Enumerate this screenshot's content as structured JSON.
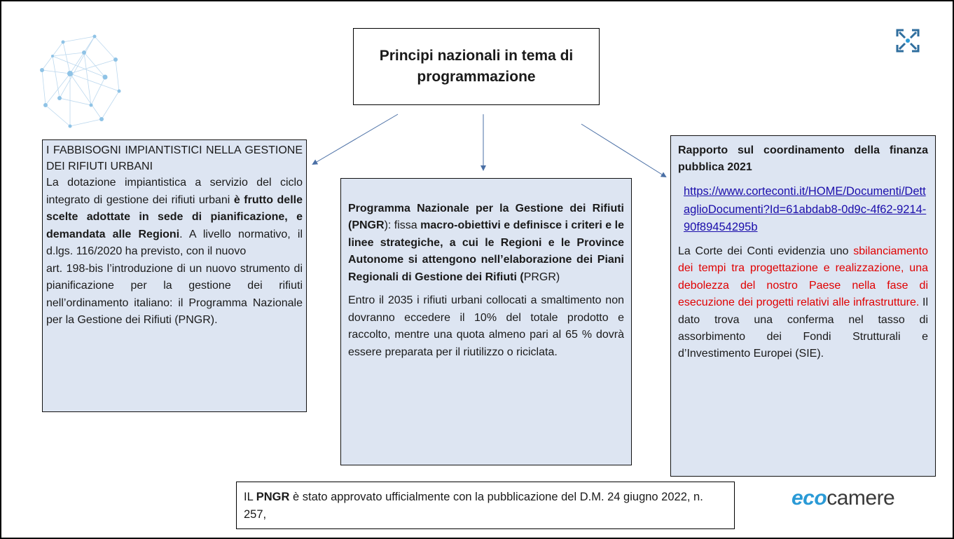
{
  "title": "Principi nazionali in tema di programmazione",
  "left_card": {
    "heading": "I FABBISOGNI IMPIANTISTICI NELLA GESTIONE DEI RIFIUTI URBANI",
    "p1": "La dotazione impiantistica a servizio del ciclo integrato di gestione dei rifiuti urbani ",
    "p1_bold": "è frutto delle scelte adottate in sede di pianificazione, e demandata alle Regioni",
    "p1_tail": ". A livello normativo, il d.lgs. 116/2020 ha previsto, con il nuovo",
    "p2": "art. 198-bis l’introduzione di un nuovo strumento di pianificazione per la gestione dei rifiuti nell’ordinamento italiano: il Programma Nazionale per la Gestione dei Rifiuti (PNGR)."
  },
  "center_card": {
    "bold1": "Programma Nazionale per la Gestione dei Rifiuti (PNGR",
    "t1": "): fissa ",
    "bold2": "macro-obiettivi e definisce i criteri e le linee strategiche, a cui le Regioni e le Province Autonome si attengono nell’elaborazione dei Piani Regionali di Gestione dei Rifiuti (",
    "t2": "PRGR)",
    "p2": "Entro il 2035  i rifiuti urbani collocati a smaltimento non dovranno eccedere il 10% del totale prodotto e raccolto, mentre una quota almeno pari al 65 % dovrà essere preparata per il riutilizzo o riciclata."
  },
  "right_card": {
    "heading": "Rapporto sul coordinamento della finanza pubblica 2021",
    "link": "https://www.corteconti.it/HOME/Documenti/DettaglioDocumenti?Id=61abdab8-0d9c-4f62-9214-90f89454295b",
    "t1": "La Corte dei Conti evidenzia uno ",
    "red": "sbilanciamento dei tempi tra progettazione e realizzazione, una debolezza del nostro Paese nella fase di esecuzione dei progetti relativi alle infrastrutture.",
    "t2": " Il dato trova una conferma nel tasso di assorbimento dei Fondi Strutturali e d’Investimento Europei (SIE)."
  },
  "bottom": {
    "t1": "IL ",
    "bold": "PNGR",
    "t2": " è stato approvato ufficialmente con la pubblicazione del D.M. 24 giugno 2022, n. 257,"
  },
  "brand": {
    "eco": "eco",
    "rest": "camere"
  },
  "colors": {
    "card_bg": "#dde5f2",
    "accent_blue": "#2a9ad6",
    "highlight_red": "#e00000",
    "arrow": "#4a6fa5"
  },
  "icons": [
    "network-globe-icon",
    "expand-arrows-icon"
  ]
}
